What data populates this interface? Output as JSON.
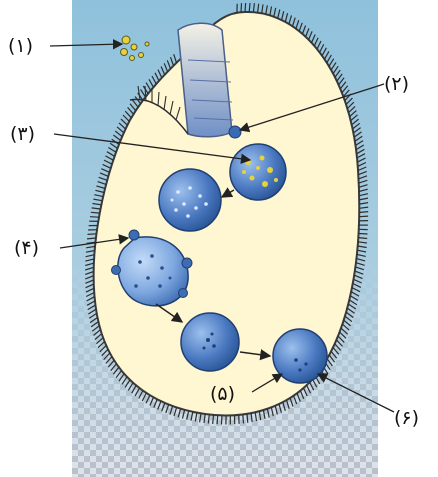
{
  "labels": [
    "(۱)",
    "(۲)",
    "(۳)",
    "(۴)",
    "(۵)",
    "(۶)"
  ],
  "colors": {
    "background_top": "#a9cde0",
    "background_grid": "#c9ced6",
    "cell_fill": "#fff8d8",
    "cilia": "#333333",
    "vacuole_dark": "#2f5fa8",
    "vacuole_light": "#8fb7e8",
    "food_particle": "#e6d23a",
    "arrow": "#222222"
  },
  "icons": {
    "vacuole": "blue-sphere",
    "food": "yellow-particle"
  }
}
